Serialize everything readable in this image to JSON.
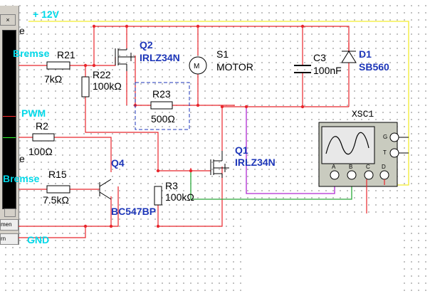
{
  "schematic": {
    "net_labels": {
      "vcc": "+ 12V",
      "bremse_top": "Bremse",
      "pwm": "PWM",
      "bremse_bottom": "Bremse",
      "gnd": "GND"
    },
    "side_fragments": {
      "e1": "e",
      "e2": "e",
      "btn1": "men",
      "btn2": "rn"
    },
    "components": {
      "r21": {
        "ref": "R21",
        "value": "7kΩ"
      },
      "r22": {
        "ref": "R22",
        "value": "100kΩ"
      },
      "r23": {
        "ref": "R23",
        "value": "500Ω"
      },
      "r2": {
        "ref": "R2",
        "value": "100Ω"
      },
      "r15": {
        "ref": "R15",
        "value": "7.5kΩ"
      },
      "r3": {
        "ref": "R3",
        "value": "100kΩ"
      },
      "q2": {
        "ref": "Q2",
        "value": "IRLZ34N"
      },
      "q1": {
        "ref": "Q1",
        "value": "IRLZ34N"
      },
      "q4": {
        "ref": "Q4",
        "value": "BC547BP"
      },
      "s1": {
        "ref": "S1",
        "value": "MOTOR"
      },
      "c3": {
        "ref": "C3",
        "value": "100nF"
      },
      "d1": {
        "ref": "D1",
        "value": "SB560"
      }
    },
    "oscilloscope": {
      "title": "XSC1",
      "channels": [
        "A",
        "B",
        "C",
        "D"
      ],
      "side_pins": [
        "G",
        "T"
      ]
    },
    "colors": {
      "wire_red": "#e8262c",
      "wire_yellow": "#f2ec2e",
      "wire_purple": "#b12ad2",
      "wire_green": "#2aa83a",
      "label_blue": "#1d36b8",
      "label_cyan": "#00d8e8"
    }
  }
}
